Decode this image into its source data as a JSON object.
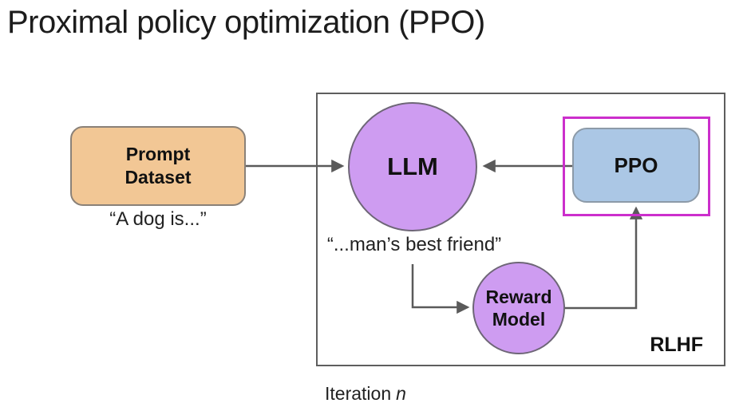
{
  "title": "Proximal policy optimization (PPO)",
  "colors": {
    "prompt_fill": "#f2c795",
    "circle_fill": "#ce9cf1",
    "ppo_fill": "#abc7e5",
    "highlight_border": "#cc2fcc",
    "connector": "#5a5a5a"
  },
  "nodes": {
    "prompt_dataset": {
      "label_line1": "Prompt",
      "label_line2": "Dataset",
      "caption": "“A dog is...”"
    },
    "llm": {
      "label": "LLM",
      "output_caption": "“...man’s best friend”"
    },
    "reward_model": {
      "label_line1": "Reward",
      "label_line2": "Model"
    },
    "ppo": {
      "label": "PPO"
    },
    "rlhf": {
      "label": "RLHF"
    }
  },
  "footer": {
    "iteration_label": "Iteration",
    "iteration_var": "n"
  }
}
